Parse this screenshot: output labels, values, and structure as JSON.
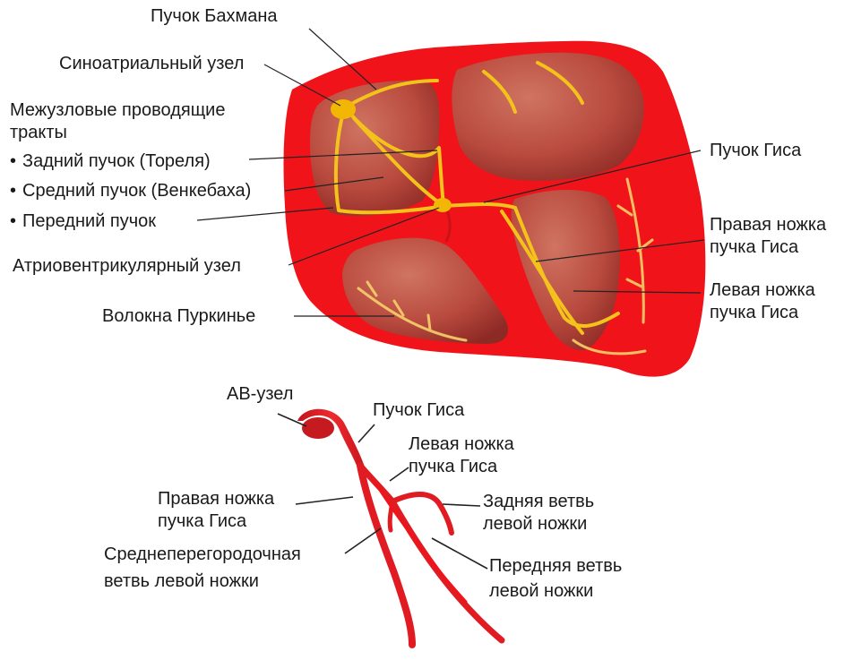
{
  "heart_labels": {
    "bachmann_bundle": "Пучок Бахмана",
    "sa_node": "Синоатриальный узел",
    "internodal_tracts": [
      "Межузловые проводящие",
      "тракты"
    ],
    "posterior_tract": "Задний пучок (Тореля)",
    "middle_tract": "Средний пучок (Венкебаха)",
    "anterior_tract": "Передний пучок",
    "av_node": "Атриовентрикулярный узел",
    "purkinje_fibers": "Волокна Пуркинье",
    "his_bundle": "Пучок Гиса",
    "right_bundle_branch": [
      "Правая ножка",
      "пучка Гиса"
    ],
    "left_bundle_branch": [
      "Левая ножка",
      "пучка Гиса"
    ]
  },
  "conduction_labels": {
    "av_node": "АВ-узел",
    "his_bundle": "Пучок Гиса",
    "left_bundle_branch": [
      "Левая ножка",
      "пучка Гиса"
    ],
    "right_bundle_branch": [
      "Правая ножка",
      "пучка Гиса"
    ],
    "left_posterior_fascicle": [
      "Задняя ветвь",
      "левой ножки"
    ],
    "left_septal_fascicle": [
      "Среднеперегородочная",
      "ветвь левой ножки"
    ],
    "left_anterior_fascicle": [
      "Передняя ветвь",
      "левой ножки"
    ]
  },
  "bullet": "•",
  "colors": {
    "myocardium": "#f0141a",
    "chamber": "#b6443a",
    "conduction": "#f3c21b",
    "node": "#f2b705",
    "schematic_red": "#e11b22"
  }
}
